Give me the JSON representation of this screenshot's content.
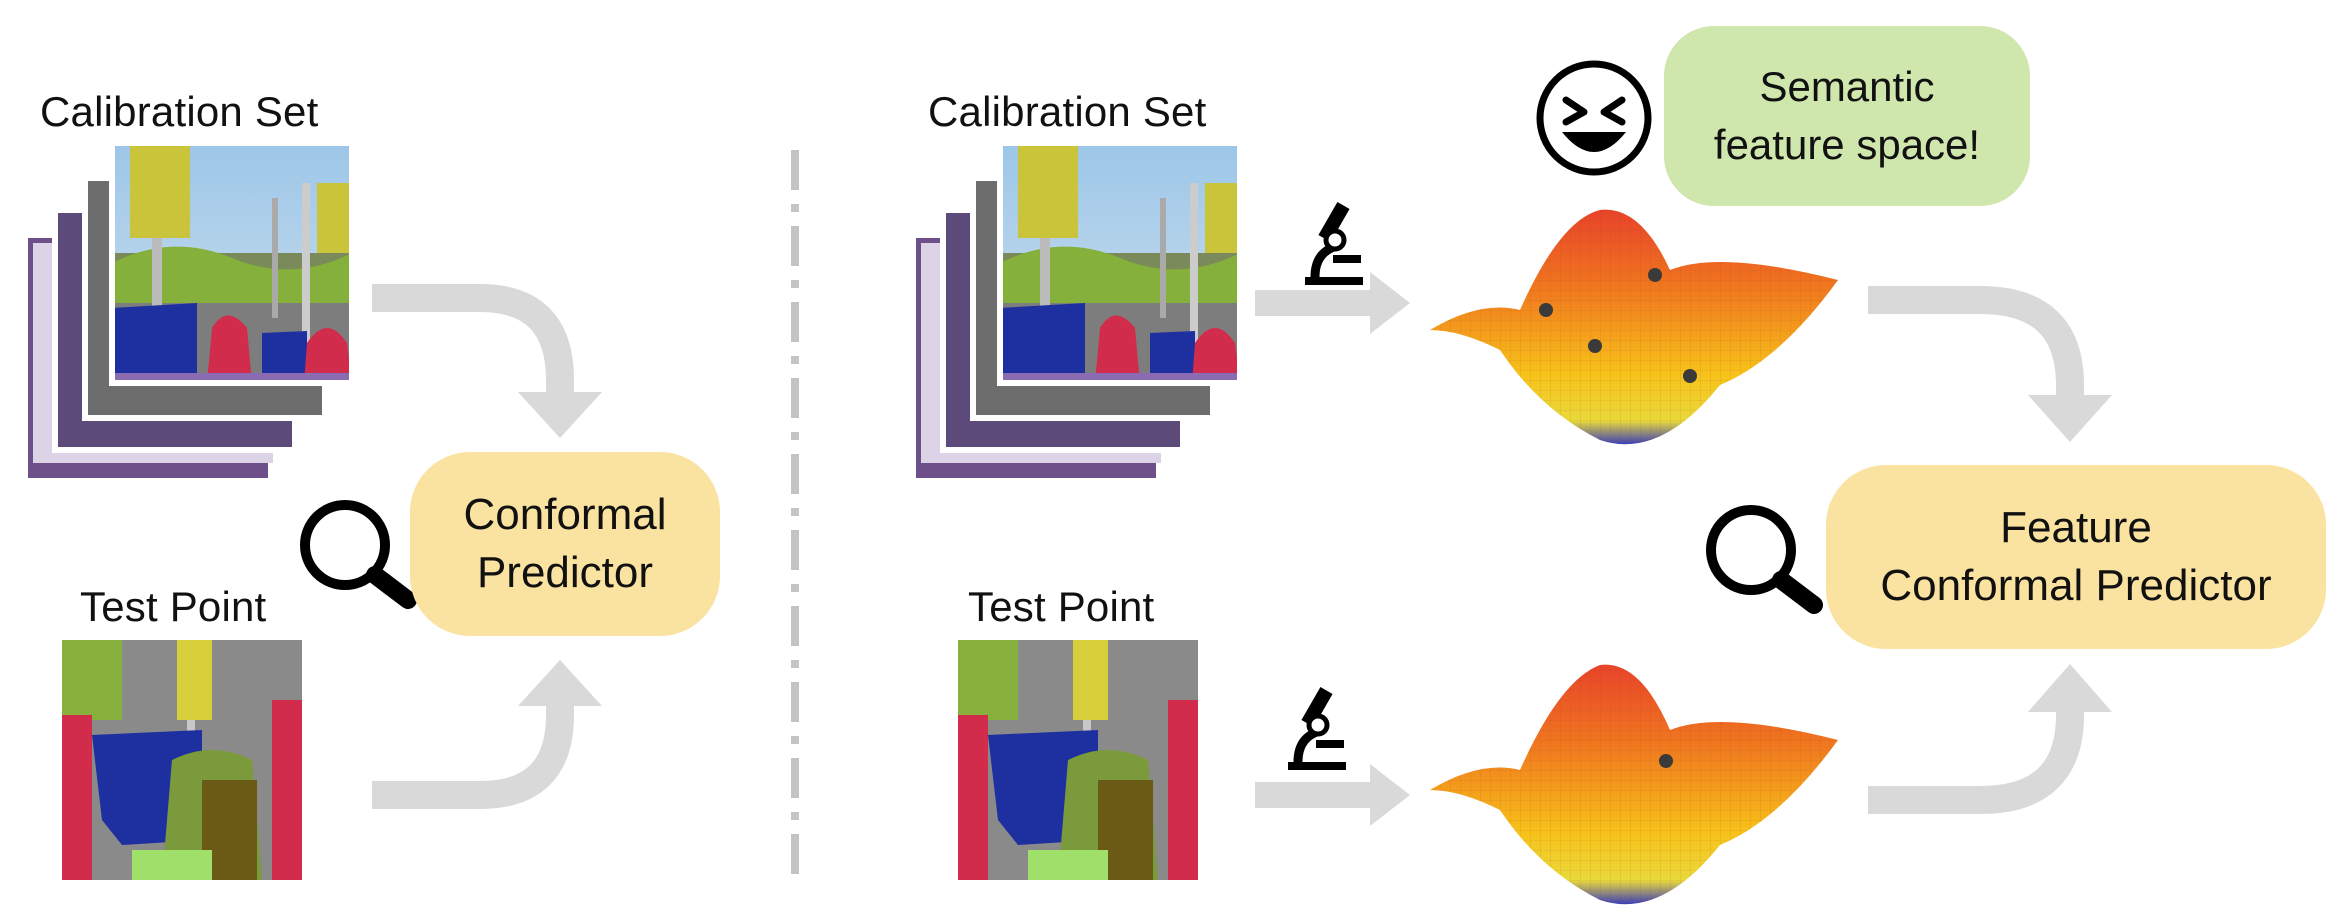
{
  "left": {
    "calibration_label": "Calibration Set",
    "test_label": "Test Point",
    "predictor": {
      "line1": "Conformal",
      "line2": "Predictor"
    }
  },
  "right": {
    "calibration_label": "Calibration Set",
    "test_label": "Test Point",
    "predictor": {
      "line1": "Feature",
      "line2": "Conformal Predictor"
    },
    "bubble": {
      "line1": "Semantic",
      "line2": "feature space!"
    }
  },
  "icons": {
    "magnifier": "magnifier-icon",
    "microscope": "microscope-icon",
    "emoji": "laughing-face-icon"
  },
  "colors": {
    "predictor_box": "#fae3a0",
    "bubble": "#cfe6ac",
    "arrow": "#d9d9d9",
    "divider": "#bfbfbf"
  }
}
